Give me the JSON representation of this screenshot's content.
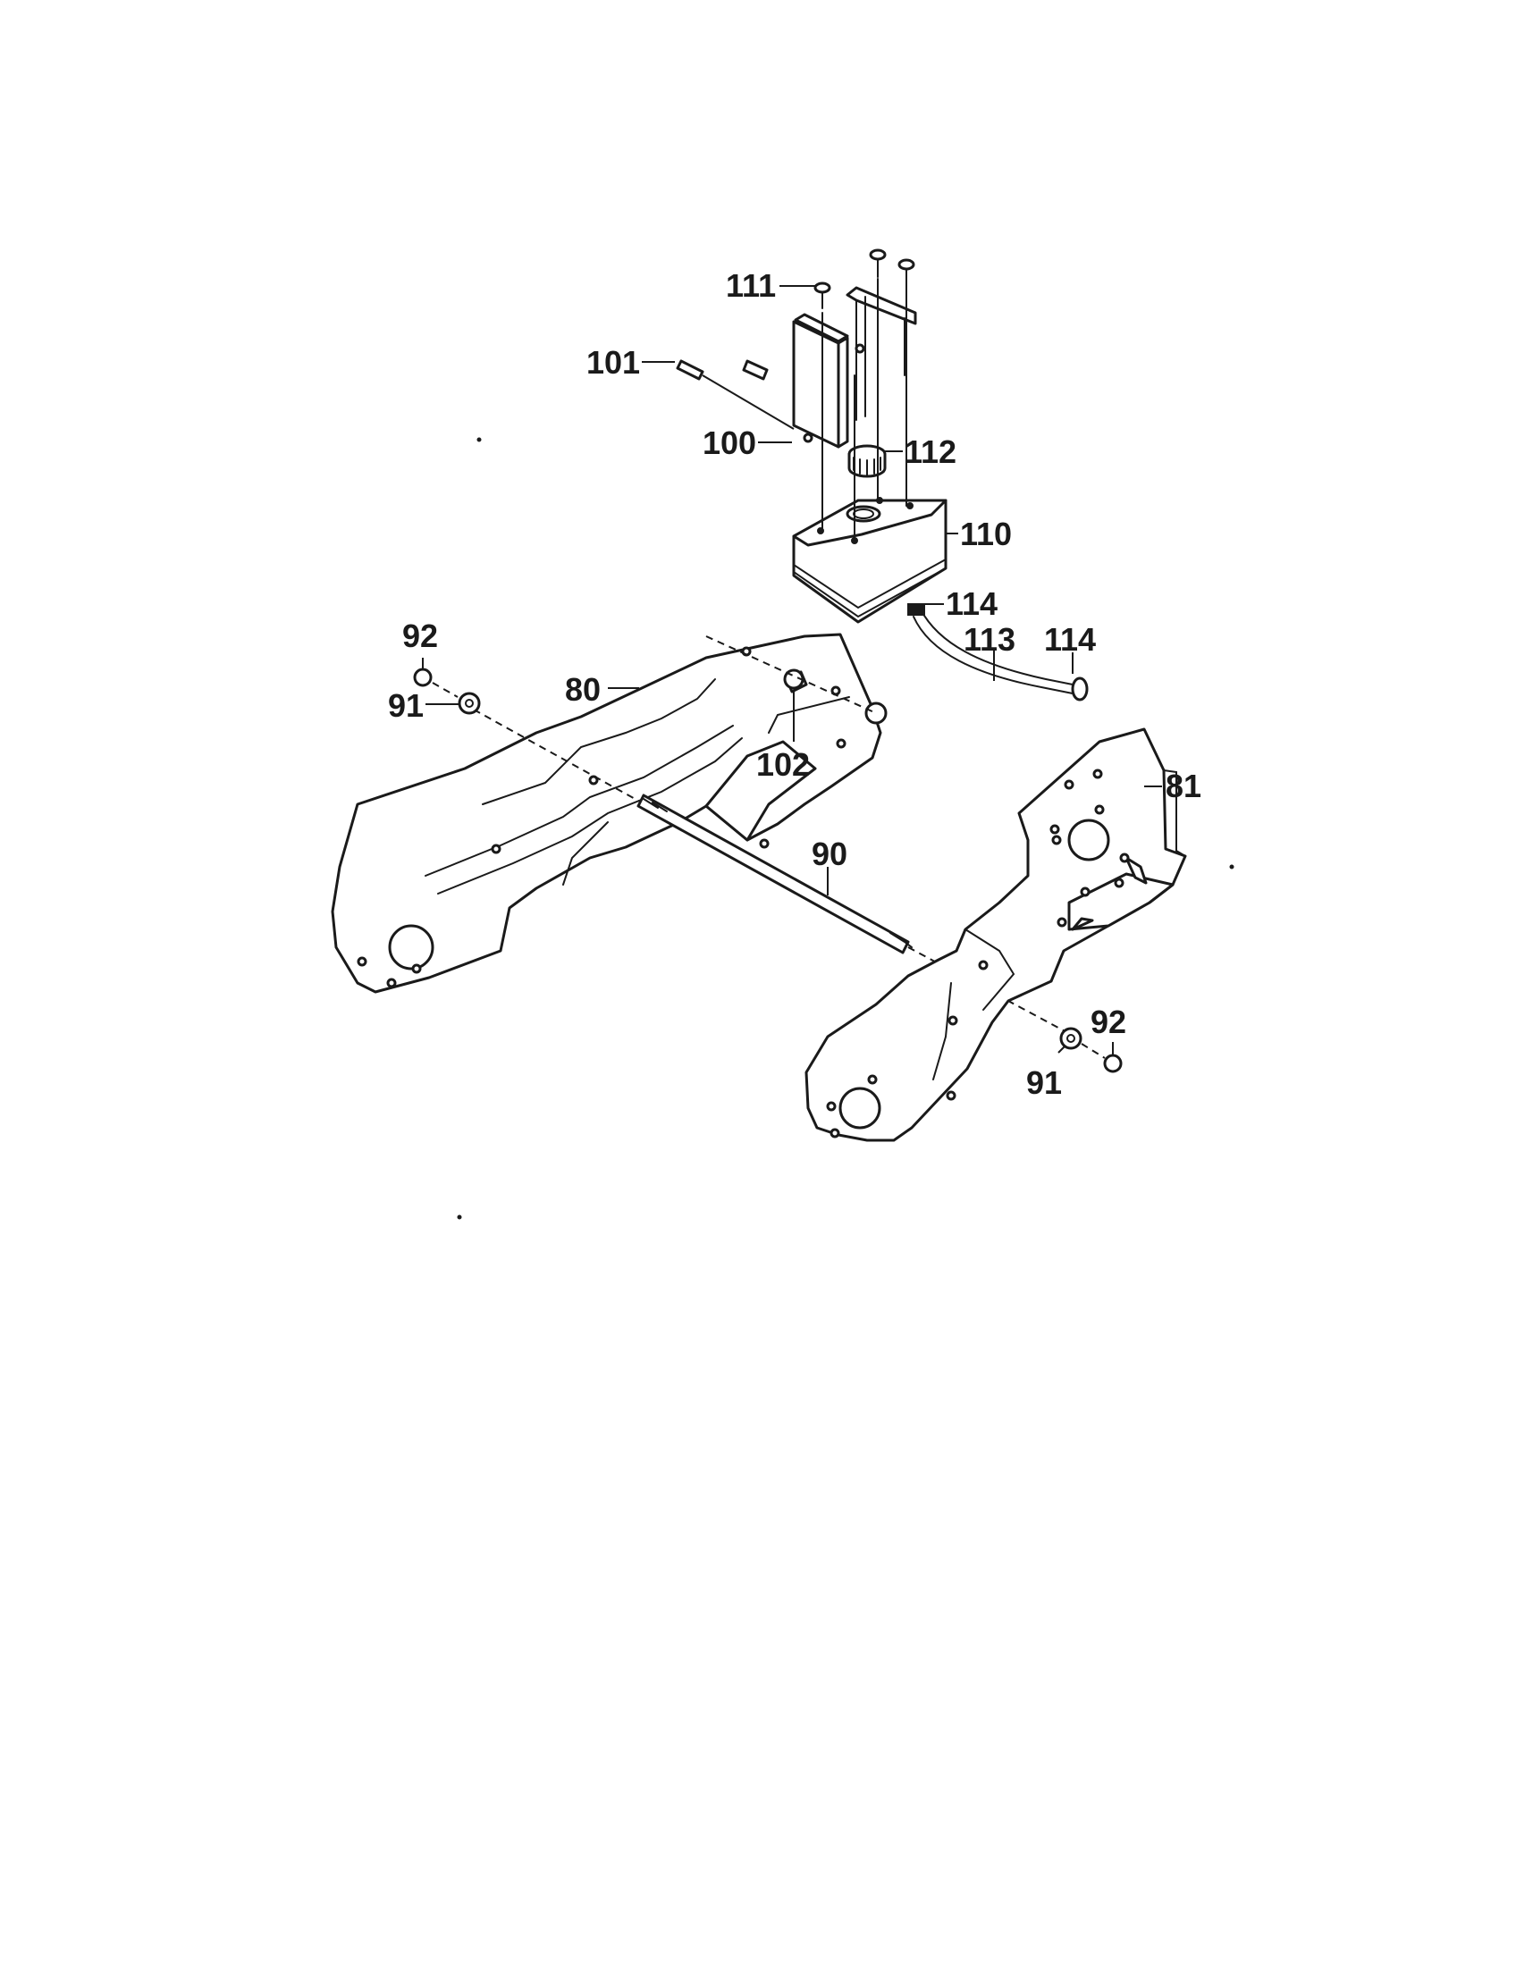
{
  "callouts": {
    "c111": "111",
    "c101": "101",
    "c100": "100",
    "c112": "112",
    "c110": "110",
    "c114a": "114",
    "c113": "113",
    "c114b": "114",
    "c92a": "92",
    "c80": "80",
    "c91a": "91",
    "c102": "102",
    "c81": "81",
    "c90": "90",
    "c92b": "92",
    "c91b": "91"
  }
}
